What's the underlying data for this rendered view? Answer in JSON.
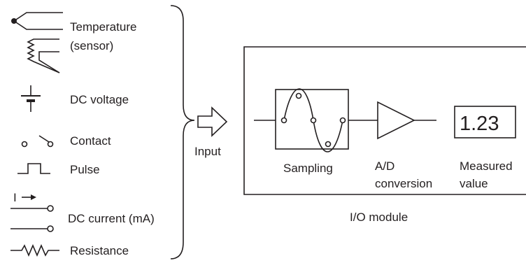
{
  "inputs": {
    "temperature": {
      "line1": "Temperature",
      "line2": "(sensor)"
    },
    "dc_voltage": "DC voltage",
    "contact": "Contact",
    "pulse": "Pulse",
    "dc_current": "DC current (mA)",
    "current_symbol": "I",
    "resistance": "Resistance"
  },
  "input_label": "Input",
  "module": {
    "title": "I/O module",
    "sampling": "Sampling",
    "ad": {
      "line1": "A/D",
      "line2": "conversion"
    },
    "measured": {
      "line1": "Measured",
      "line2": "value"
    },
    "display_value": "1.23"
  }
}
